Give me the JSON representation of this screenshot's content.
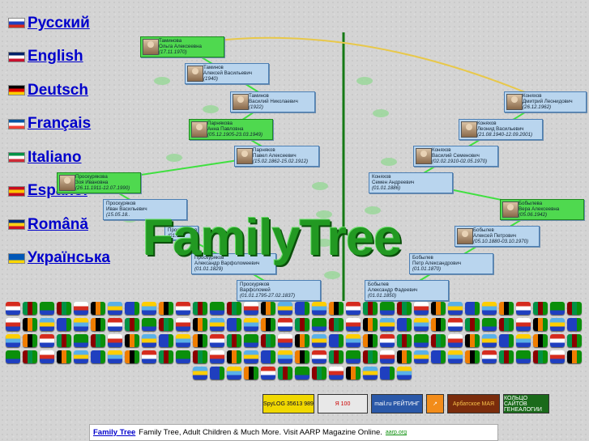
{
  "languages": [
    {
      "label": "Русский",
      "flag": [
        "#ffffff",
        "#1f3fbf",
        "#d52b1e"
      ]
    },
    {
      "label": "English",
      "flag": [
        "#012169",
        "#ffffff",
        "#c8102e"
      ]
    },
    {
      "label": "Deutsch",
      "flag": [
        "#000000",
        "#dd0000",
        "#ffce00"
      ]
    },
    {
      "label": "Français",
      "flag": [
        "#0055a4",
        "#ffffff",
        "#ef4135"
      ]
    },
    {
      "label": "Italiano",
      "flag": [
        "#009246",
        "#ffffff",
        "#ce2b37"
      ]
    },
    {
      "label": "Español",
      "flag": [
        "#c60b1e",
        "#ffc400",
        "#c60b1e"
      ]
    },
    {
      "label": "Română",
      "flag": [
        "#002b7f",
        "#fcd116",
        "#ce1126"
      ]
    },
    {
      "label": "Українська",
      "flag": [
        "#0057b7",
        "#0057b7",
        "#ffd700"
      ]
    }
  ],
  "title": "FamilyTree",
  "persons": [
    {
      "id": "p1",
      "name": "Таминова",
      "full": "Ольга Алексеевна",
      "dates": "(17.11.1970)",
      "green": true,
      "photo": true
    },
    {
      "id": "p2",
      "name": "Таминов",
      "full": "Алексей Васильевич",
      "dates": "(1940)",
      "green": false,
      "photo": true
    },
    {
      "id": "p3",
      "name": "Таминов",
      "full": "Василий Николаевич",
      "dates": "(1922)",
      "green": false,
      "photo": true
    },
    {
      "id": "p4",
      "name": "Парнякова",
      "full": "Анна Павловна",
      "dates": "(05.12.1905-23.03.1949)",
      "green": true,
      "photo": true
    },
    {
      "id": "p5",
      "name": "Парняков",
      "full": "Павел Алексеевич",
      "dates": "(15.02.1862-15.02.1912)",
      "green": false,
      "photo": true
    },
    {
      "id": "p6",
      "name": "Проскурякова",
      "full": "Зоя Ивановна",
      "dates": "(26.11.1911-12.07.1990)",
      "green": true,
      "photo": true
    },
    {
      "id": "p7",
      "name": "Проскуряков",
      "full": "Иван Васильевич",
      "dates": "(15.05.18..",
      "green": false,
      "photo": false
    },
    {
      "id": "p8",
      "name": "Проскуряков",
      "full": "",
      "dates": "(01.01.",
      "green": false,
      "photo": false
    },
    {
      "id": "p9",
      "name": "Проскуряков",
      "full": "Александр Варфоломеевич",
      "dates": "(01.01.1829)",
      "green": false,
      "photo": false
    },
    {
      "id": "p10",
      "name": "Проскуряков",
      "full": "Варфоломей",
      "dates": "(01.01.1795-27.02.1837)",
      "green": false,
      "photo": false
    },
    {
      "id": "p11",
      "name": "Коняхов",
      "full": "Дмитрий Леонидович",
      "dates": "(26.12.1962)",
      "green": false,
      "photo": true
    },
    {
      "id": "p12",
      "name": "Коняхов",
      "full": "Леонид Васильевич",
      "dates": "(21.08.1940-12.09.2001)",
      "green": false,
      "photo": true
    },
    {
      "id": "p13",
      "name": "Коняхов",
      "full": "Василий Семенович",
      "dates": "(02.02.1910-02.05.1970)",
      "green": false,
      "photo": true
    },
    {
      "id": "p14",
      "name": "Коняхов",
      "full": "Семен Андреевич",
      "dates": "(01.01.1886)",
      "green": false,
      "photo": false
    },
    {
      "id": "p15",
      "name": "Бобылева",
      "full": "Вера Алексеевна",
      "dates": "(05.06.1942)",
      "green": true,
      "photo": true
    },
    {
      "id": "p16",
      "name": "Бобылев",
      "full": "Алексей Петрович",
      "dates": "(05.10.1880-03.10.1970)",
      "green": false,
      "photo": true
    },
    {
      "id": "p17",
      "name": "Бобылев",
      "full": "Петр Александрович",
      "dates": "(01.01.1870)",
      "green": false,
      "photo": false
    },
    {
      "id": "p18",
      "name": "Бобылев",
      "full": "Александр Фадеевич",
      "dates": "(01.01.1850)",
      "green": false,
      "photo": false
    }
  ],
  "counters": [
    {
      "label": "SpyLOG 35613 989",
      "bg": "#f0d800",
      "color": "#003"
    },
    {
      "label": "Я 100",
      "bg": "#e8e8e8",
      "color": "#c00"
    },
    {
      "label": "mail.ru РЕЙТИНГ",
      "bg": "#2a58a8",
      "color": "#fff"
    },
    {
      "label": "↗",
      "bg": "#f28c1a",
      "color": "#fff"
    },
    {
      "label": "Арбатское МАЯ",
      "bg": "#7a2c0c",
      "color": "#f6c04a"
    },
    {
      "label": "КОЛЬЦО САЙТОВ ГЕНЕАЛОГИИ",
      "bg": "#1a6a1a",
      "color": "#fff"
    }
  ],
  "ad": {
    "link": "Family Tree",
    "text": "Family Tree, Adult Children & Much More. Visit AARP Magazine Online.",
    "url": "aarp.org"
  },
  "flag_palette": [
    "#d52b1e",
    "#1f3fbf",
    "#ffffff",
    "#009246",
    "#ffce00",
    "#000000",
    "#0a8f0a",
    "#ef7d00",
    "#5ab0e8",
    "#8b0000"
  ]
}
